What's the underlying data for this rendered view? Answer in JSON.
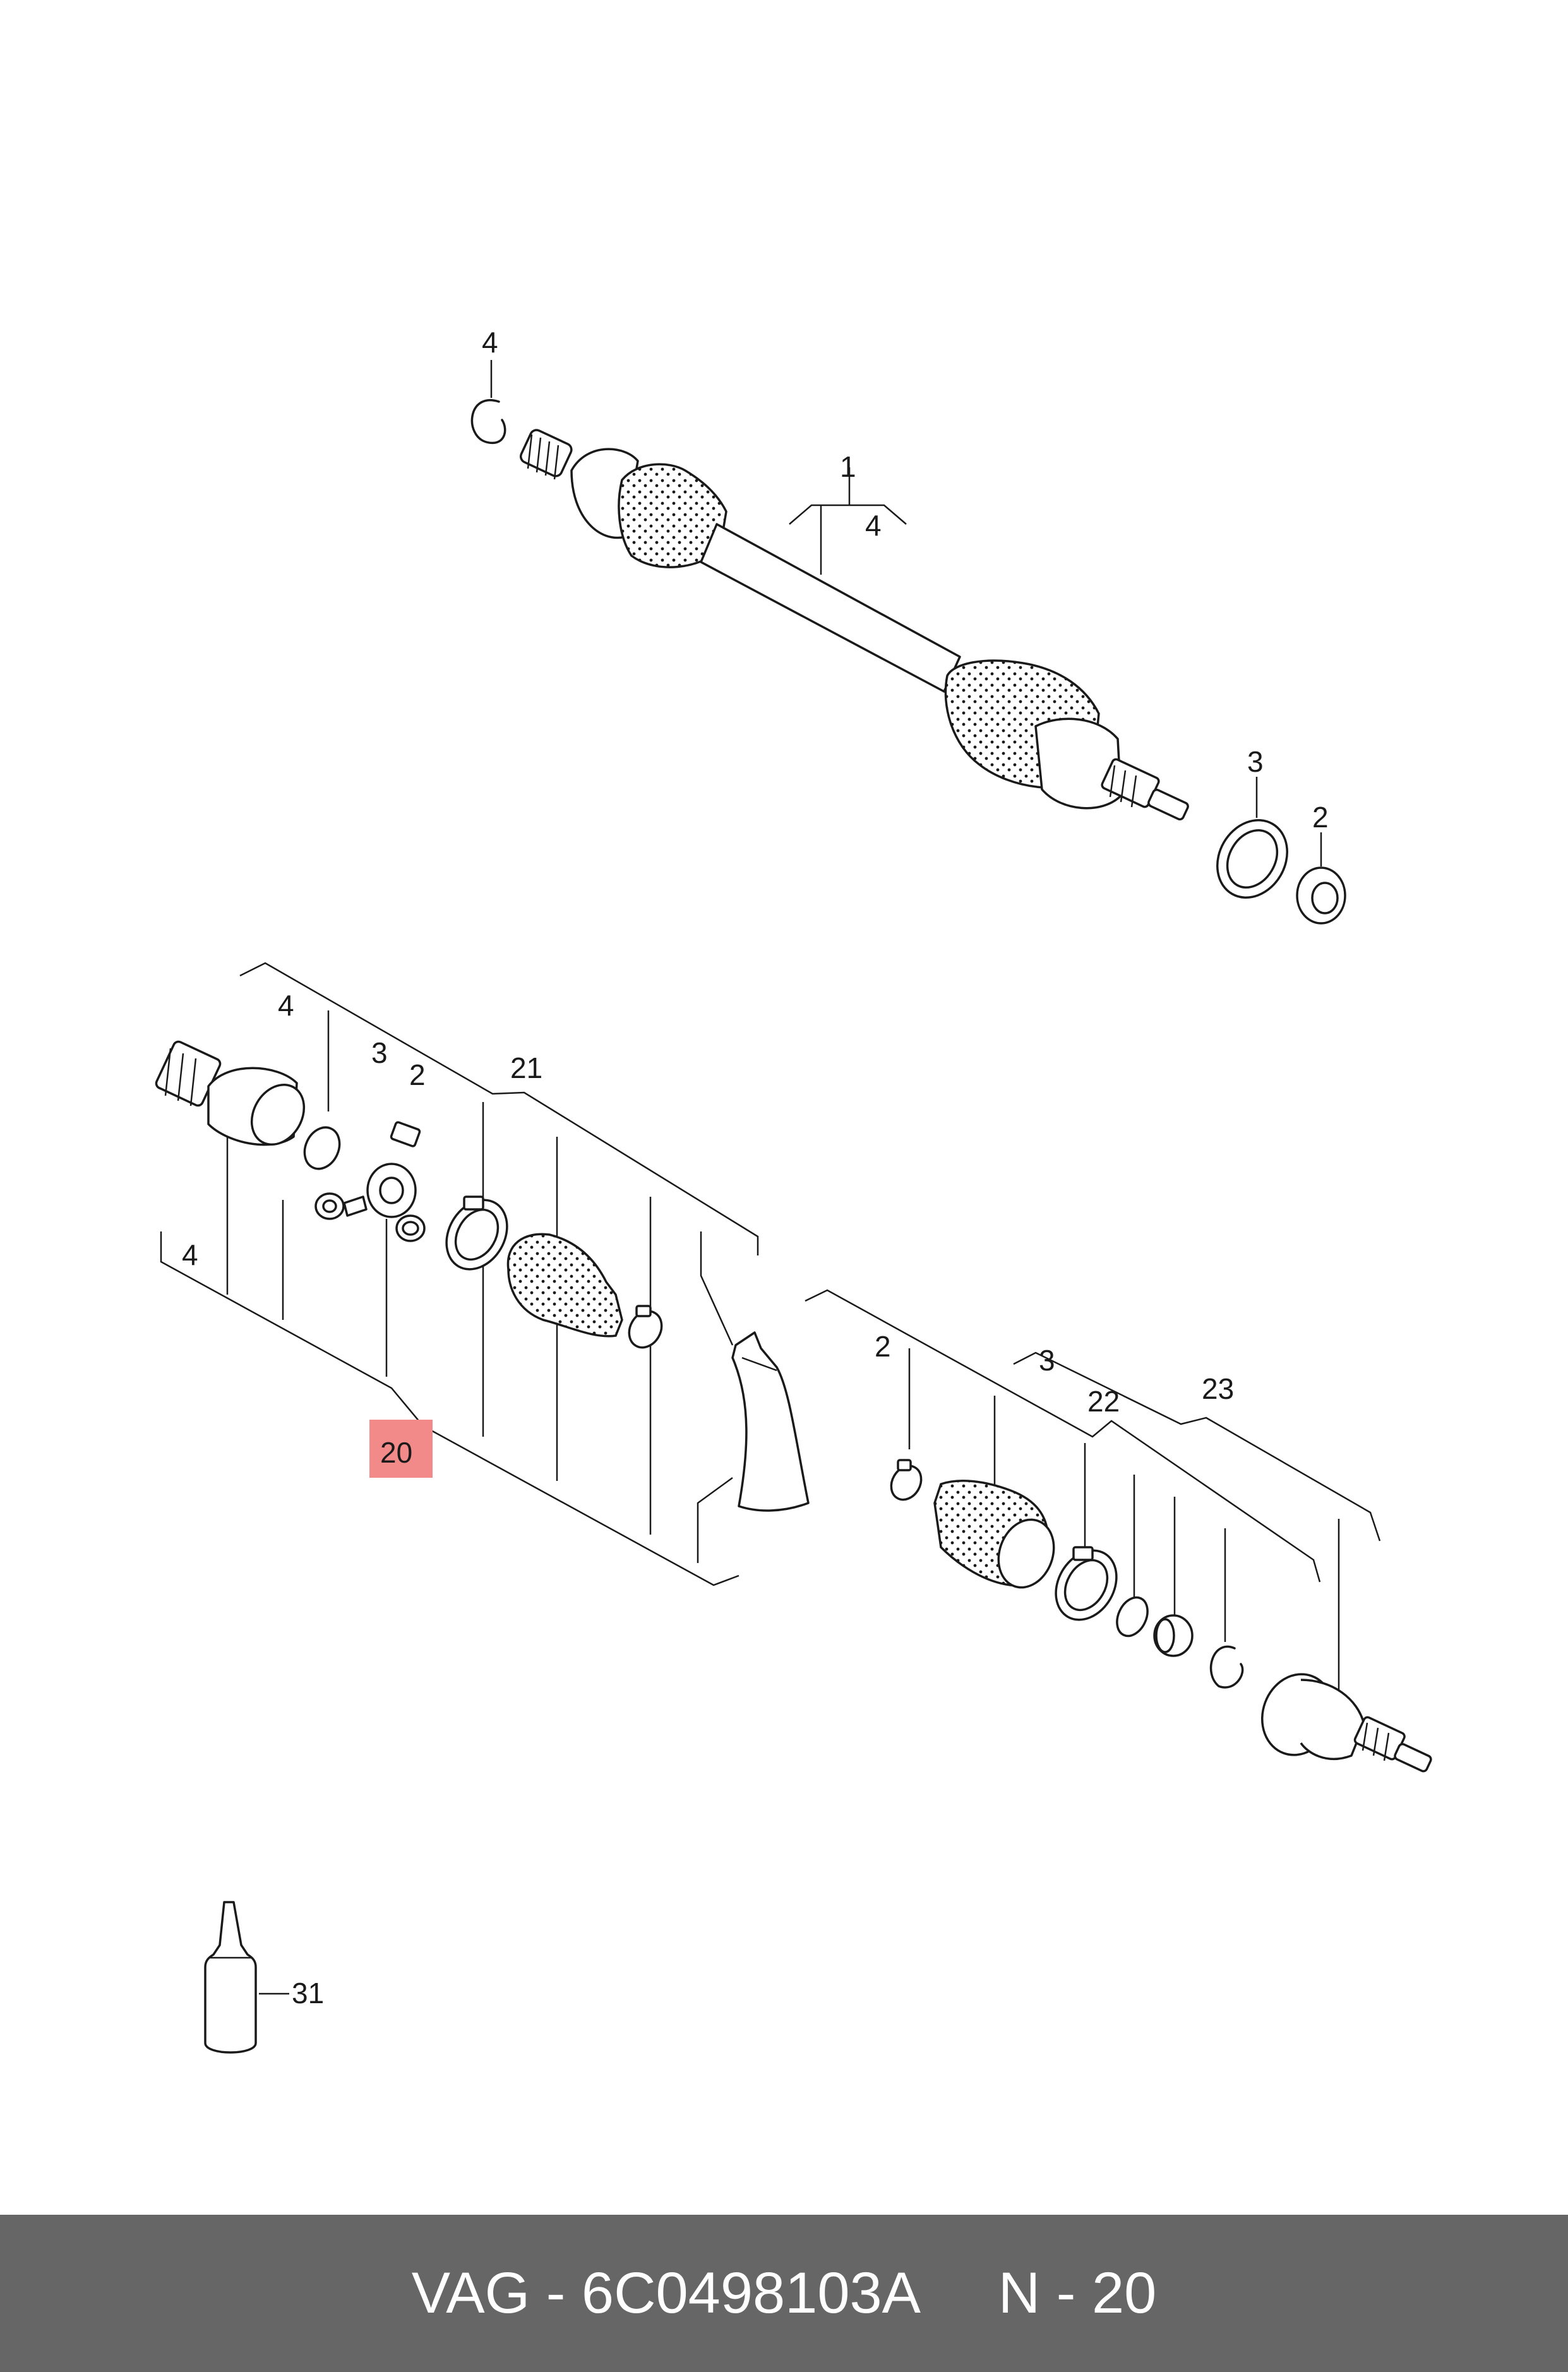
{
  "callouts": {
    "top_4": "4",
    "top_1": "1",
    "top_4b": "4",
    "top_3": "3",
    "top_2": "2",
    "inner_4": "4",
    "inner_3": "3",
    "inner_2": "2",
    "inner_21": "21",
    "inner_4b": "4",
    "highlight": "20",
    "outer_2": "2",
    "outer_3": "3",
    "outer_22": "22",
    "outer_23": "23",
    "grease": "31"
  },
  "highlight_color": "#f28a8a",
  "footer": {
    "text": "VAG - 6C0498103A     N - 20",
    "background": "#666666"
  }
}
